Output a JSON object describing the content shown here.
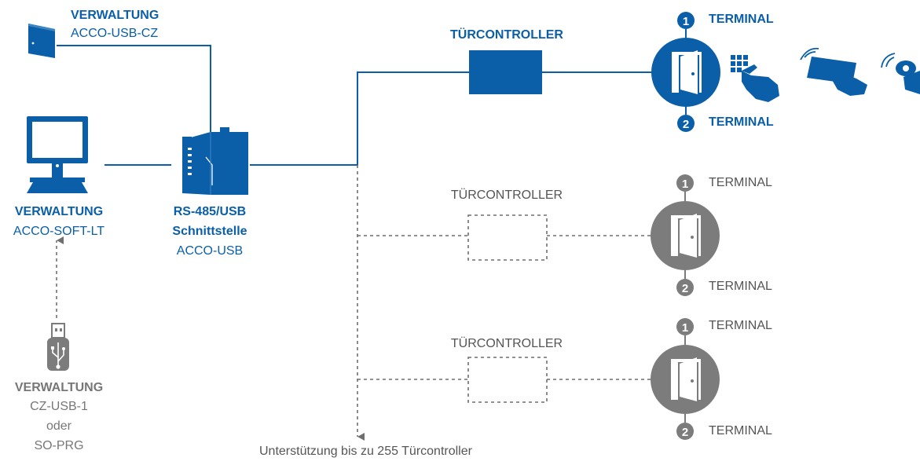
{
  "colors": {
    "primary": "#0a5fa8",
    "inactive": "#7c7c7c",
    "dashed": "#6f6f6f",
    "text_grey": "#777777"
  },
  "admin_top": {
    "title": "VERWALTUNG",
    "model": "ACCO-USB-CZ",
    "icon": "wall-module-icon"
  },
  "admin_pc": {
    "title": "VERWALTUNG",
    "model": "ACCO-SOFT-LT",
    "icon": "computer-icon"
  },
  "admin_usb": {
    "title": "VERWALTUNG",
    "line1": "CZ-USB-1",
    "line2": "oder",
    "line3": "SO-PRG",
    "icon": "usb-stick-icon"
  },
  "interface": {
    "line1": "RS-485/USB",
    "line2": "Schnittstelle",
    "model": "ACCO-USB",
    "icon": "interface-module-icon"
  },
  "controllers": [
    {
      "label": "TÜRCONTROLLER",
      "terminal1": "TERMINAL",
      "terminal2": "TERMINAL",
      "num1": "1",
      "num2": "2",
      "active": true
    },
    {
      "label": "TÜRCONTROLLER",
      "terminal1": "TERMINAL",
      "terminal2": "TERMINAL",
      "num1": "1",
      "num2": "2",
      "active": false
    },
    {
      "label": "TÜRCONTROLLER",
      "terminal1": "TERMINAL",
      "terminal2": "TERMINAL",
      "num1": "1",
      "num2": "2",
      "active": false
    }
  ],
  "access_icons": [
    "keypad-touch-icon",
    "proximity-card-icon",
    "proximity-tag-icon"
  ],
  "footer": "Unterstützung  bis zu 255 Türcontroller"
}
